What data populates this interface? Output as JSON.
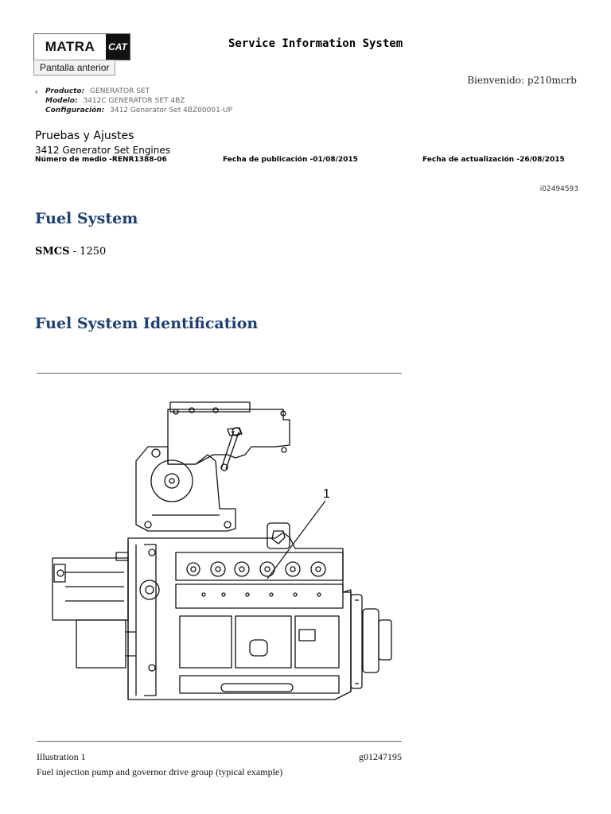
{
  "header": {
    "logo_left": "MATRA",
    "logo_right": "CAT",
    "back_button": "Pantalla anterior",
    "system_title": "Service Information System",
    "welcome": "Bienvenido: p210mcrb"
  },
  "product_info": {
    "producto_label": "Producto:",
    "producto_value": "GENERATOR SET",
    "modelo_label": "Modelo:",
    "modelo_value": "3412C GENERATOR SET 4BZ",
    "config_label": "Configuración:",
    "config_value": "3412 Generator Set 4BZ00001-UP"
  },
  "document": {
    "type": "Pruebas y Ajustes",
    "subtitle": "3412 Generator Set Engines",
    "media_number": "Número de medio -RENR1388-06",
    "pub_date": "Fecha de publicación -01/08/2015",
    "update_date": "Fecha de actualización -26/08/2015",
    "doc_id": "i02494593"
  },
  "content": {
    "title": "Fuel System",
    "smcs_label": "SMCS",
    "smcs_value": " - 1250",
    "section_title": "Fuel System Identification"
  },
  "illustration": {
    "callout": "1",
    "label": "Illustration 1",
    "graphic_id": "g01247195",
    "caption": "Fuel injection pump and governor drive group (typical example)"
  }
}
